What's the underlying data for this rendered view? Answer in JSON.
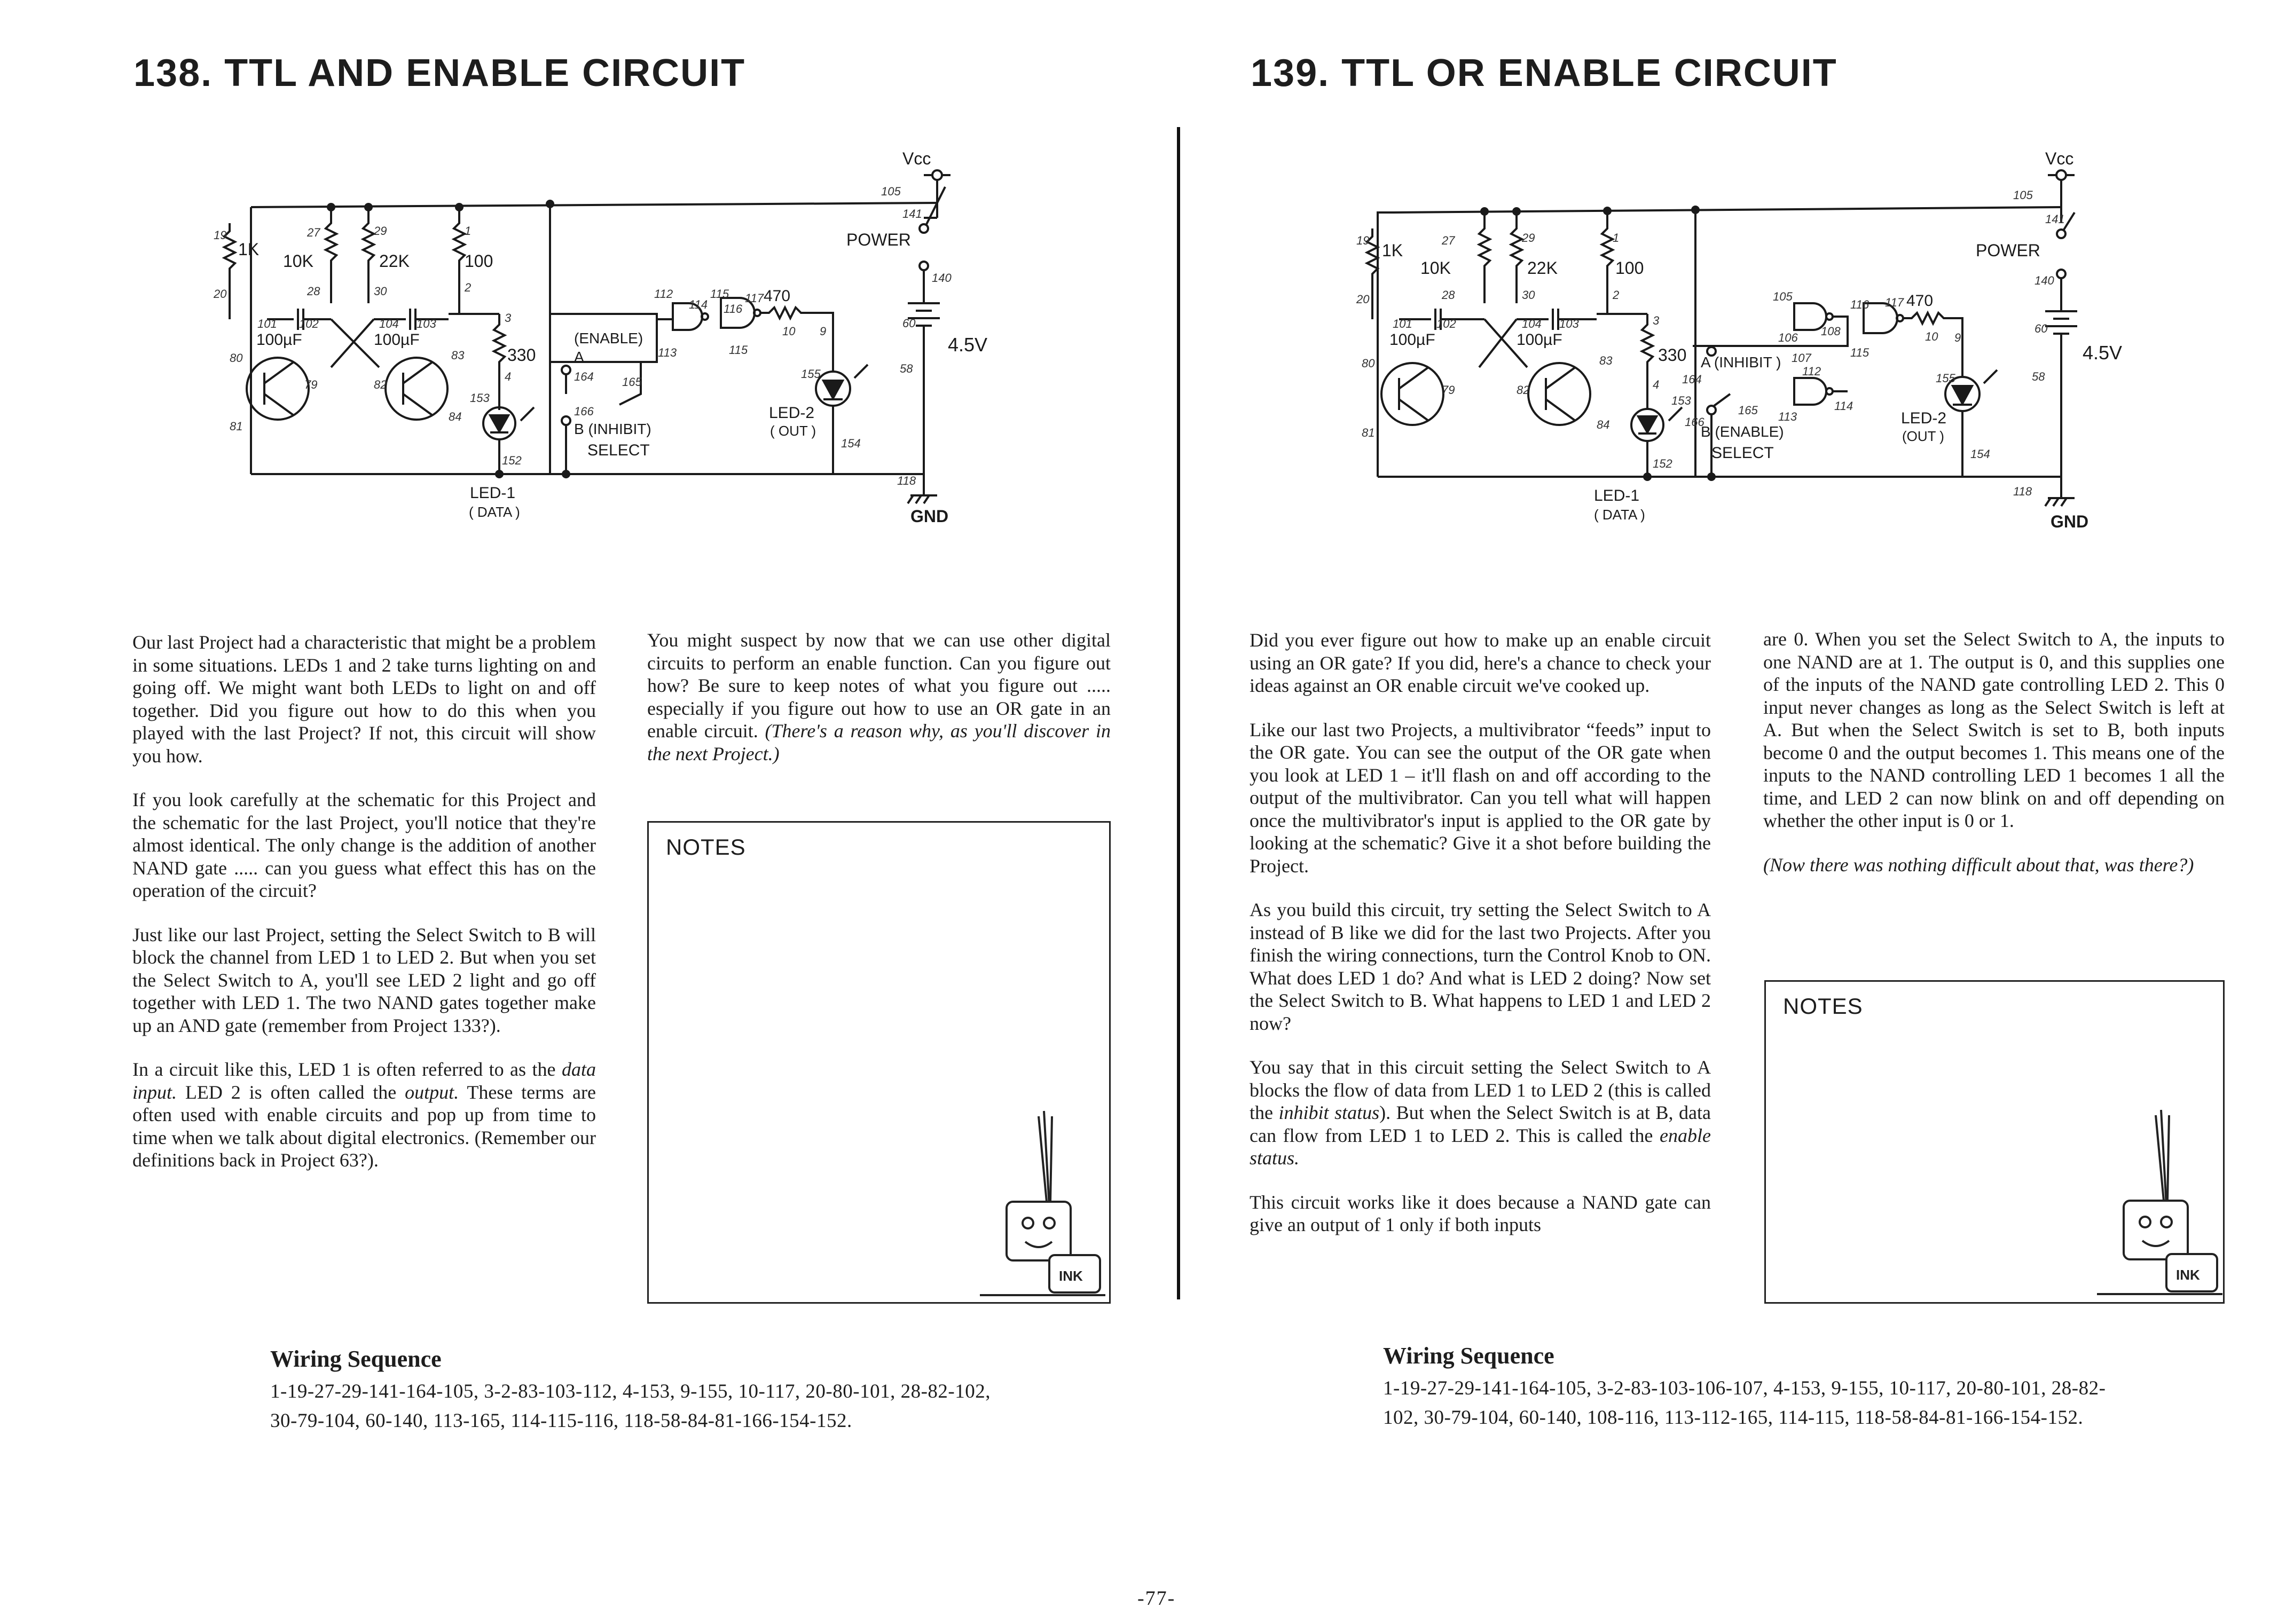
{
  "page_number": "-77-",
  "left": {
    "title": "138. TTL AND ENABLE CIRCUIT",
    "schematic": {
      "labels": {
        "vcc": "Vcc",
        "power": "POWER",
        "battery": "4.5V",
        "gnd": "GND",
        "r1": "1K",
        "r2": "10K",
        "r3": "22K",
        "r4": "100",
        "r5": "330",
        "r6": "470",
        "c1": "100µF",
        "c2": "100µF",
        "enable": "(ENABLE)",
        "a": "A",
        "b_inhibit": "B (INHIBIT)",
        "select": "SELECT",
        "led1": "LED-1",
        "led1_sub": "( DATA )",
        "led2": "LED-2",
        "led2_sub": "( OUT )"
      },
      "terminals": {
        "t19": "19",
        "t20": "20",
        "t27": "27",
        "t28": "28",
        "t29": "29",
        "t30": "30",
        "t1": "1",
        "t2": "2",
        "t101": "101",
        "t102": "102",
        "t104": "104",
        "t103": "103",
        "t80": "80",
        "t81": "81",
        "t79": "79",
        "t82": "82",
        "t83": "83",
        "t84": "84",
        "t3": "3",
        "t4": "4",
        "t153": "153",
        "t152": "152",
        "t105": "105",
        "t141": "141",
        "t140": "140",
        "t60": "60",
        "t58": "58",
        "t118": "118",
        "t112": "112",
        "t113": "113",
        "t114": "114",
        "t115a": "115",
        "t115b": "115",
        "t116": "116",
        "t117": "117",
        "t10": "10",
        "t9": "9",
        "t164": "164",
        "t165": "165",
        "t166": "166",
        "t155": "155",
        "t154": "154"
      }
    },
    "col1": [
      "Our last Project had a characteristic that might be a problem in some situations. LEDs 1 and 2 take turns lighting on and going off. We might want both LEDs to light on and off together. Did you figure out how to do this when you played with the last Project? If not, this circuit will show you how.",
      "If you look carefully at the schematic for this Project and the schematic for the last Project, you'll notice that they're almost identical. The only change is the addition of another NAND gate ..... can you guess what effect this has on the operation of the circuit?",
      "Just like our last Project, setting the Select Switch to B will block the channel from LED 1 to LED 2. But when you set the Select Switch to A, you'll see LED 2 light and go off together with LED 1. The two NAND gates together make up an AND gate (remember from Project 133?)."
    ],
    "col1_p4": {
      "a": "In a circuit like this, LED 1 is often referred to as the ",
      "b": "data input.",
      "c": " LED 2 is often called the ",
      "d": "output.",
      "e": " These terms are often used with enable circuits and pop up from time to time when we talk about digital electronics. (Remember our definitions back in Project 63?)."
    },
    "col2": {
      "text": "You might suspect by now that we can use other digital circuits to perform an enable function. Can you figure out how? Be sure to keep notes of what you figure out ..... especially if you figure out how to use an OR gate in an enable circuit.",
      "italic": "(There's a reason why, as you'll discover in the next Project.)"
    },
    "notes": "NOTES",
    "ink_label": "INK",
    "wiring_title": "Wiring Sequence",
    "wiring": "1-19-27-29-141-164-105, 3-2-83-103-112, 4-153, 9-155, 10-117, 20-80-101, 28-82-102, 30-79-104, 60-140, 113-165, 114-115-116, 118-58-84-81-166-154-152."
  },
  "right": {
    "title": "139. TTL OR ENABLE CIRCUIT",
    "schematic": {
      "labels": {
        "vcc": "Vcc",
        "power": "POWER",
        "battery": "4.5V",
        "gnd": "GND",
        "r1": "1K",
        "r2": "10K",
        "r3": "22K",
        "r4": "100",
        "r5": "330",
        "r6": "470",
        "c1": "100µF",
        "c2": "100µF",
        "a_inhibit": "A (INHIBIT )",
        "b_enable": "B (ENABLE)",
        "select": "SELECT",
        "led1": "LED-1",
        "led1_sub": "( DATA )",
        "led2": "LED-2",
        "led2_sub": "(OUT )"
      },
      "terminals": {
        "t19": "19",
        "t20": "20",
        "t27": "27",
        "t28": "28",
        "t29": "29",
        "t30": "30",
        "t1": "1",
        "t2": "2",
        "t101": "101",
        "t102": "102",
        "t104": "104",
        "t103": "103",
        "t80": "80",
        "t81": "81",
        "t79": "79",
        "t82": "82",
        "t83": "83",
        "t84": "84",
        "t3": "3",
        "t4": "4",
        "t153": "153",
        "t152": "152",
        "t105a": "105",
        "t105b": "105",
        "t141": "141",
        "t140": "140",
        "t60": "60",
        "t58": "58",
        "t118": "118",
        "t106": "106",
        "t107": "107",
        "t108": "108",
        "t112": "112",
        "t113": "113",
        "t114": "114",
        "t115": "115",
        "t116": "116",
        "t117": "117",
        "t10": "10",
        "t9": "9",
        "t164": "164",
        "t165": "165",
        "t166": "166",
        "t155": "155",
        "t154": "154"
      }
    },
    "col1": [
      "Did you ever figure out how to make up an enable circuit using an OR gate? If you did, here's a chance to check your ideas against an OR enable circuit we've cooked up.",
      "Like our last two Projects, a multivibrator “feeds” input to the OR gate. You can see the output of the OR gate when you look at LED 1 – it'll flash on and off according to the output of the multivibrator. Can you tell what will happen once the multivibrator's input is applied to the OR gate by looking at the schematic? Give it a shot before building the Project.",
      "As you build this circuit, try setting the Select Switch to A instead of B like we did for the last two Projects. After you finish the wiring connections, turn the Control Knob to ON. What does LED 1 do? And what is LED 2 doing? Now set the Select Switch to B. What happens to LED 1 and LED 2 now?"
    ],
    "col1_p4": {
      "a": "You say that in this circuit setting the Select Switch to A blocks the flow of data from LED 1 to LED 2 (this is called the ",
      "b": "inhibit status",
      "c": "). But when the Select Switch is at B, data can flow from LED 1 to LED 2. This is called the ",
      "d": "enable status.",
      "e": ""
    },
    "col1_p5": "This circuit works like it does because a NAND gate can give an output of 1 only if both inputs",
    "col2": {
      "text": "are 0. When you set the Select Switch to A, the inputs to one NAND are at 1. The output is 0, and this supplies one of the inputs of the NAND gate controlling LED 2. This 0 input never changes as long as the Select Switch is left at A. But when the Select Switch is set to B, both inputs become 0 and the output becomes 1. This means one of the inputs to the NAND controlling LED 1 becomes 1 all the time, and LED 2 can now blink on and off depending on whether the other input is 0 or 1.",
      "italic": "(Now there was nothing difficult about that, was there?)"
    },
    "notes": "NOTES",
    "ink_label": "INK",
    "wiring_title": "Wiring Sequence",
    "wiring": "1-19-27-29-141-164-105, 3-2-83-103-106-107, 4-153, 9-155, 10-117, 20-80-101, 28-82-102, 30-79-104, 60-140, 108-116, 113-112-165, 114-115, 118-58-84-81-166-154-152."
  }
}
